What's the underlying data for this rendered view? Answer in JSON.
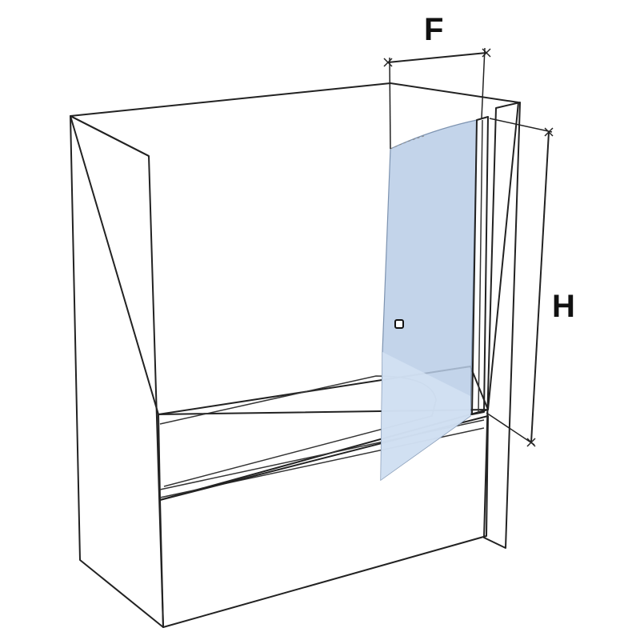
{
  "diagram": {
    "dimensions": [
      {
        "id": "width",
        "label": "F"
      },
      {
        "id": "height",
        "label": "H"
      }
    ],
    "colors": {
      "wall_side": "#dcdcdc",
      "wall_back": "#cfcfcf",
      "wall_right": "#c8c8c8",
      "tub": "#ffffff",
      "glass": "#b8cde6",
      "glass_below": "#d3e2f3",
      "line": "#222222"
    },
    "icons": [
      "door-handle-icon"
    ]
  }
}
